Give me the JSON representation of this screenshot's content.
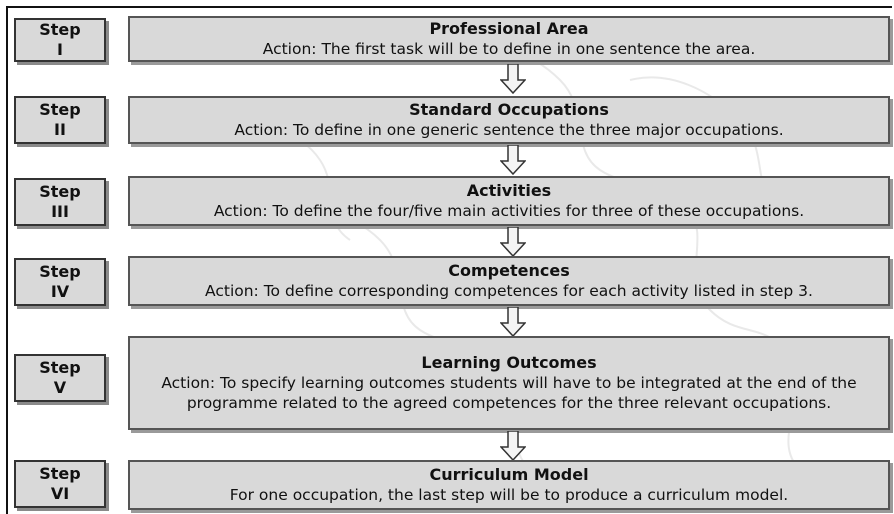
{
  "steps": [
    {
      "label": "Step",
      "numeral": "I",
      "title": "Professional Area",
      "action": "Action: The first task will be to define in one sentence the area."
    },
    {
      "label": "Step",
      "numeral": "II",
      "title": "Standard Occupations",
      "action": "Action: To define in one generic sentence the three major occupations."
    },
    {
      "label": "Step",
      "numeral": "III",
      "title": "Activities",
      "action": "Action: To define the four/five main activities for three of these occupations."
    },
    {
      "label": "Step",
      "numeral": "IV",
      "title": "Competences",
      "action": "Action: To define corresponding competences for each activity listed in step 3."
    },
    {
      "label": "Step",
      "numeral": "V",
      "title": "Learning Outcomes",
      "action": "Action: To specify learning outcomes students will have to be integrated at the end of the programme related to the agreed competences for the three relevant occupations."
    },
    {
      "label": "Step",
      "numeral": "VI",
      "title": "Curriculum Model",
      "action": "For one occupation, the last step will be to produce a curriculum model."
    }
  ],
  "colors": {
    "box_fill": "#d9d9d9",
    "border": "#333333",
    "shadow": "#9a9a9a"
  }
}
